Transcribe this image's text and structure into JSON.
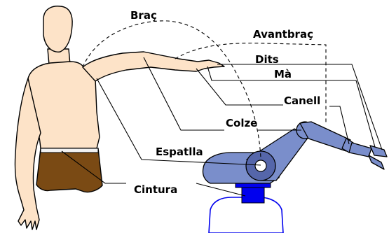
{
  "labels": {
    "arm": "Braç",
    "forearm": "Avantbraç",
    "fingers": "Dits",
    "hand": "Mà",
    "wrist": "Canell",
    "elbow": "Colze",
    "shoulder": "Espatlla",
    "waist": "Cintura"
  },
  "colors": {
    "skin": "#fde3c8",
    "trousers": "#7a4a14",
    "robot_body": "#7a8ecb",
    "robot_base": "#0000ee",
    "leader_lines": "#000000"
  }
}
